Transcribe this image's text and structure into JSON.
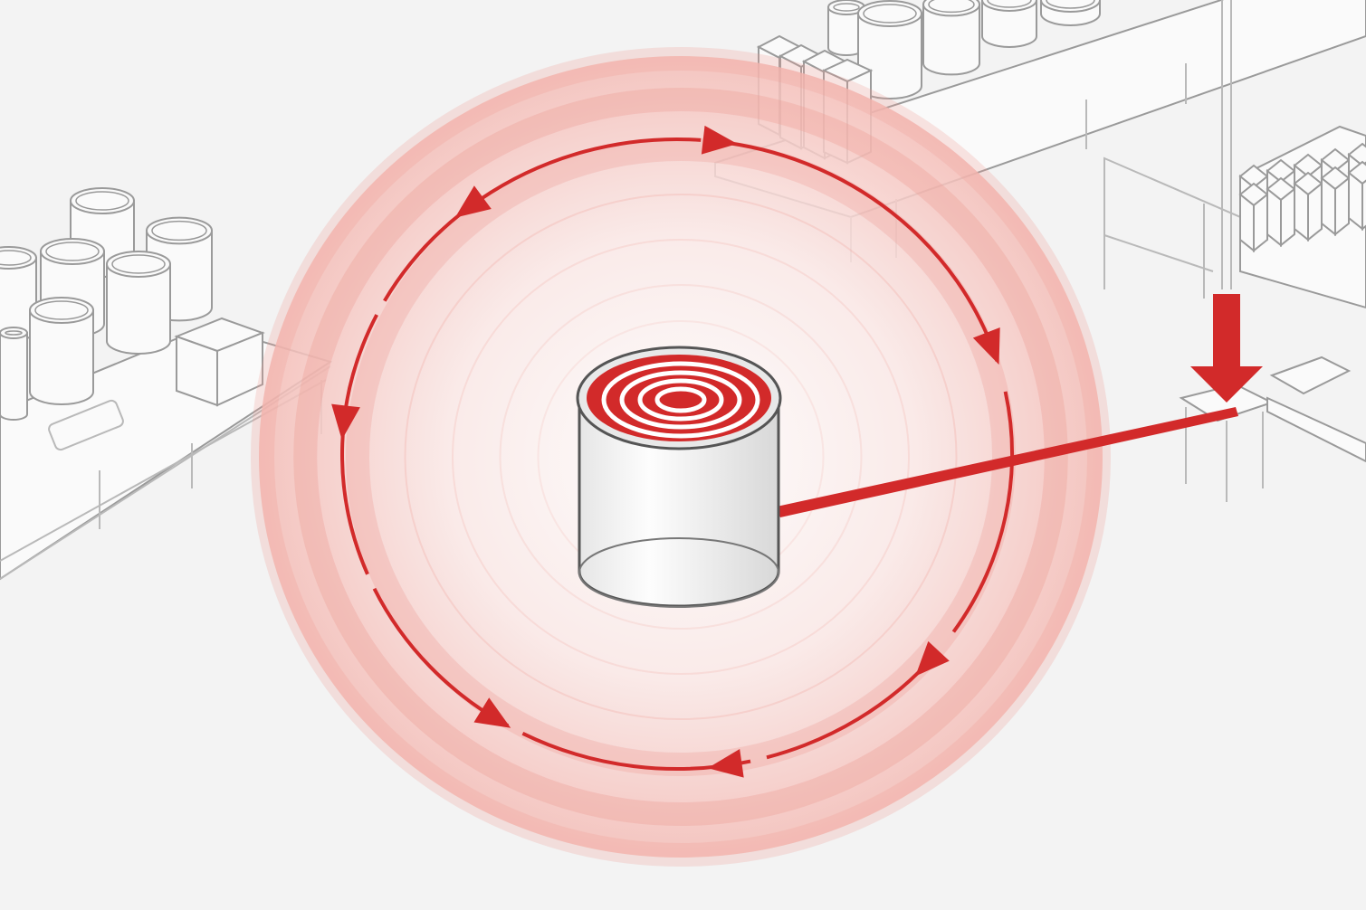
{
  "scene": {
    "background_color": "#f3f3f3",
    "accent_color": "#d22a2a",
    "ring_color": "#f2b3ae",
    "equipment_line_color": "#a8a8a8",
    "elements": [
      "central-can",
      "concentric-rings",
      "circular-flow-arrows",
      "left-table-with-cans",
      "top-conveyor-with-boxes",
      "right-station-with-down-arrow"
    ]
  }
}
